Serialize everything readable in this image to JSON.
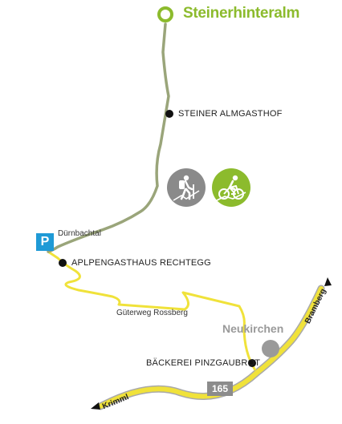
{
  "map": {
    "destination": "Steinerhinteralm",
    "points_of_interest": [
      "STEINER ALMGASTHOF",
      "APLPENGASTHAUS RECHTEGG",
      "BÄCKEREI PINZGAUBROT"
    ],
    "parking_symbol": "P",
    "parking_label": "Dürnbachtal",
    "road_label": "Güterweg Rossberg",
    "town": "Neukirchen",
    "road_number": "165",
    "direction_left": "Krimml",
    "direction_right": "Bramberg",
    "activities": [
      "hiking-icon",
      "cycling-icon"
    ]
  },
  "colors": {
    "trail": "#9aa57a",
    "road": "#f0e23a",
    "road_edge": "#a9a9a9",
    "accent_green": "#8cbb2d",
    "activity_gray": "#8a8a8a",
    "parking_blue": "#1f9ad6",
    "town_marker": "#9a9a9a",
    "road_shield": "#8c8c8c"
  }
}
